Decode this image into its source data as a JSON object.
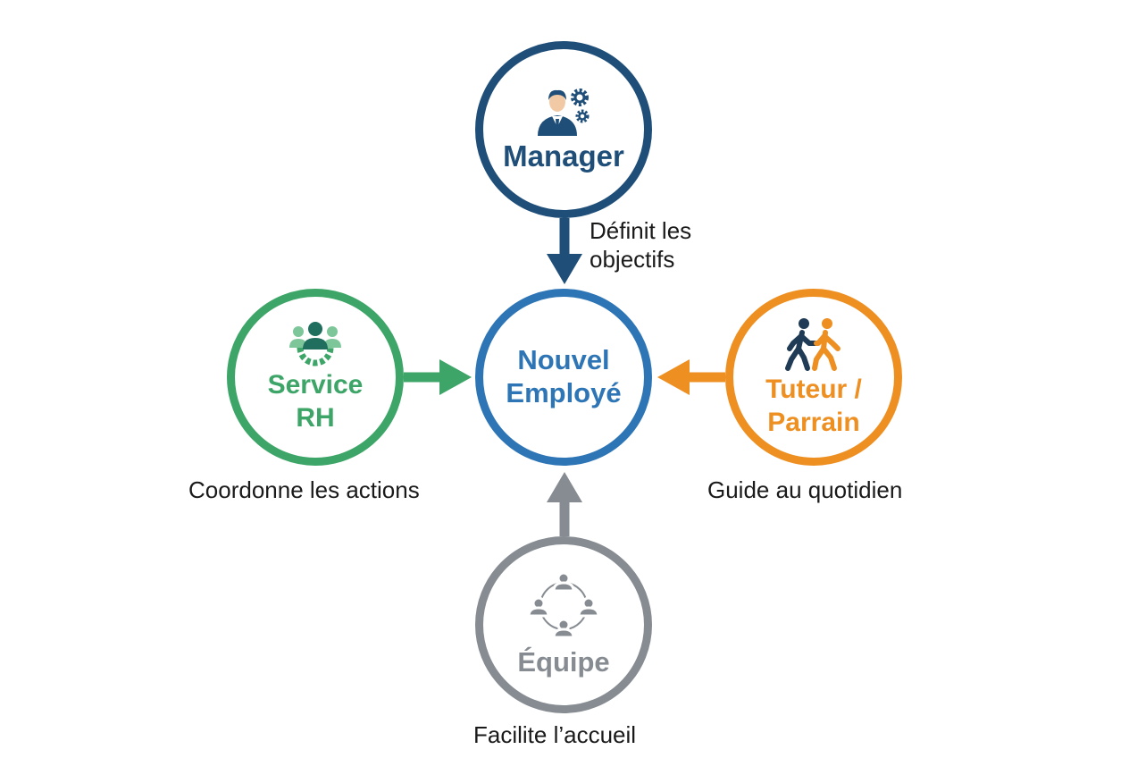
{
  "nodes": {
    "manager": {
      "title": "Manager",
      "icon": "manager-gears-icon",
      "color": "#1f4e79"
    },
    "employee": {
      "title_line1": "Nouvel",
      "title_line2": "Employé",
      "color": "#2e75b6"
    },
    "hr": {
      "title_line1": "Service",
      "title_line2": "RH",
      "icon": "team-gear-icon",
      "color": "#3da567"
    },
    "mentor": {
      "title_line1": "Tuteur /",
      "title_line2": "Parrain",
      "icon": "walking-people-icon",
      "color": "#ee8f22"
    },
    "team": {
      "title": "Équipe",
      "icon": "team-circle-icon",
      "color": "#868c92"
    }
  },
  "captions": {
    "manager_line1": "Définit les",
    "manager_line2": "objectifs",
    "hr": "Coordonne les actions",
    "mentor": "Guide au quotidien",
    "team": "Facilite l’accueil"
  }
}
